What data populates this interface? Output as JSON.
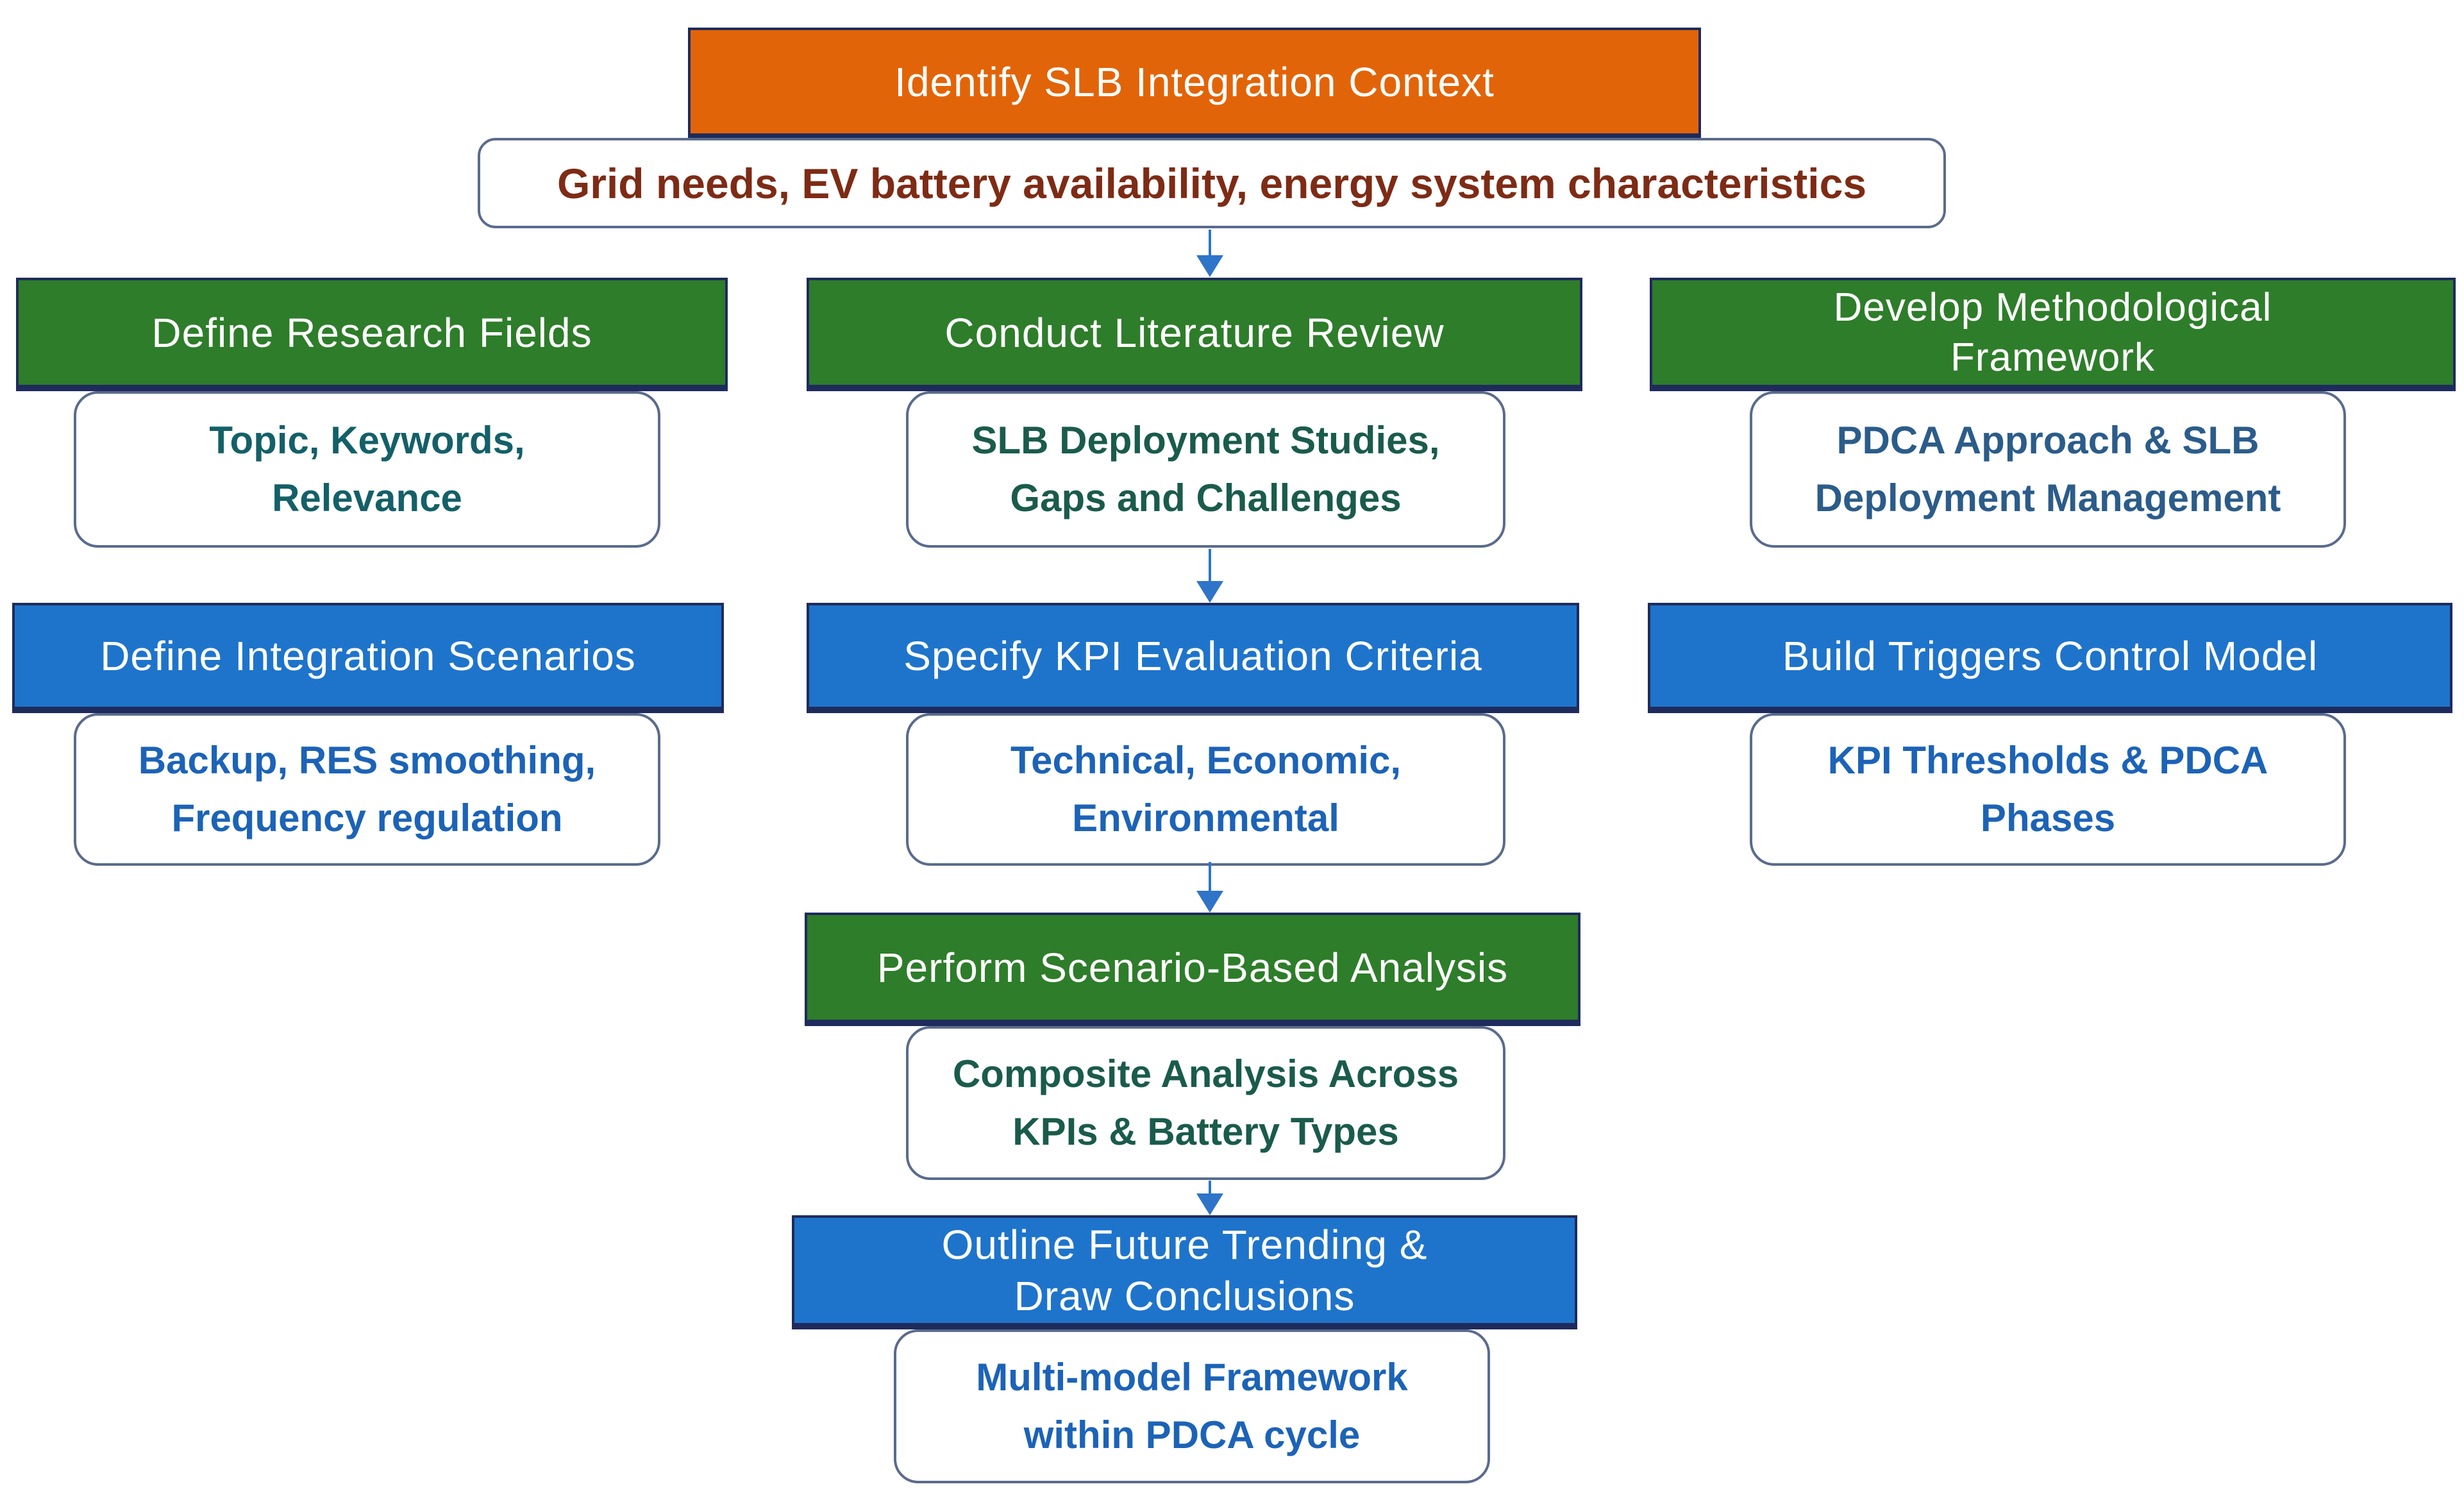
{
  "diagram_title": "SLB integration methodology flowchart",
  "colors": {
    "header_orange": "#E26408",
    "header_green": "#2E7D2A",
    "header_blue": "#1E74CB",
    "header_text": "#FFFFFF",
    "navy_border": "#1E2B5C",
    "detail_box_border": "#5A6B8C",
    "lead_text_maroon": "#7E2B15",
    "detail_text_teal": "#146068",
    "detail_text_green": "#1A5B4C",
    "detail_text_steel": "#2B5C8A",
    "detail_text_blue": "#1C63B7",
    "arrow_blue": "#2E74C9"
  },
  "flow": {
    "top": {
      "header": "Identify SLB Integration Context",
      "detail": "Grid needs, EV battery availability, energy system characteristics"
    },
    "row1": [
      {
        "header": "Define Research Fields",
        "detail_lines": [
          "Topic, Keywords,",
          "Relevance"
        ]
      },
      {
        "header": "Conduct Literature Review",
        "detail_lines": [
          "SLB Deployment Studies,",
          "Gaps and Challenges"
        ]
      },
      {
        "header_lines": [
          "Develop Methodological",
          "Framework"
        ],
        "detail_lines": [
          "PDCA Approach & SLB",
          "Deployment Management"
        ]
      }
    ],
    "row2": [
      {
        "header": "Define Integration Scenarios",
        "detail_lines": [
          "Backup, RES smoothing,",
          "Frequency regulation"
        ]
      },
      {
        "header": "Specify KPI Evaluation Criteria",
        "detail_lines": [
          "Technical, Economic,",
          "Environmental"
        ]
      },
      {
        "header": "Build Triggers Control Model",
        "detail_lines": [
          "KPI Thresholds & PDCA",
          "Phases"
        ]
      }
    ],
    "row3": {
      "header": "Perform Scenario-Based Analysis",
      "detail_lines": [
        "Composite Analysis Across",
        "KPIs & Battery Types"
      ]
    },
    "row4": {
      "header_lines": [
        "Outline Future Trending &",
        "Draw Conclusions"
      ],
      "detail_lines": [
        "Multi-model Framework",
        "within PDCA cycle"
      ]
    }
  }
}
